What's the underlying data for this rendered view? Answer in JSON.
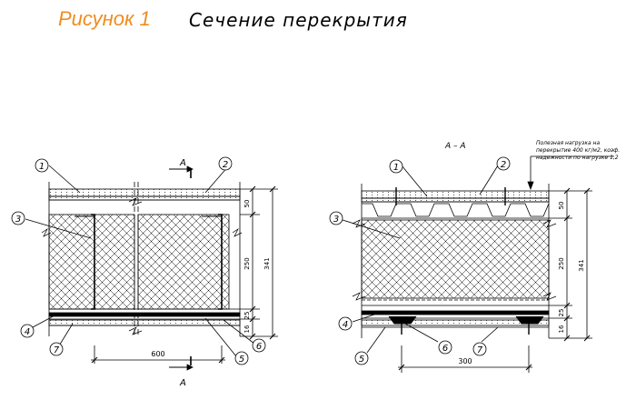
{
  "header": {
    "figure_label": "Рисунок 1",
    "title": "Сечение перекрытия"
  },
  "left_section": {
    "cut_marker_top": "А",
    "cut_marker_bottom": "А",
    "callouts": [
      "1",
      "2",
      "3",
      "4",
      "5",
      "6",
      "7"
    ],
    "dims": {
      "top_layer": "50",
      "insulation": "250",
      "bottom_layer": "25",
      "bottom_extra": "16",
      "total": "341",
      "span": "600"
    }
  },
  "right_section": {
    "section_label": "А – А",
    "load_note": "Полезная нагрузка на перекрытие 400 кг/м2, коэф. надежности по нагрузке 1,2",
    "callouts": [
      "1",
      "2",
      "3",
      "4",
      "5",
      "6",
      "7"
    ],
    "dims": {
      "top_layer": "50",
      "insulation": "250",
      "bottom_layer": "25",
      "bottom_extra": "16",
      "total": "341",
      "span": "300"
    }
  },
  "colors": {
    "accent": "#f08c1e",
    "line": "#000000"
  }
}
